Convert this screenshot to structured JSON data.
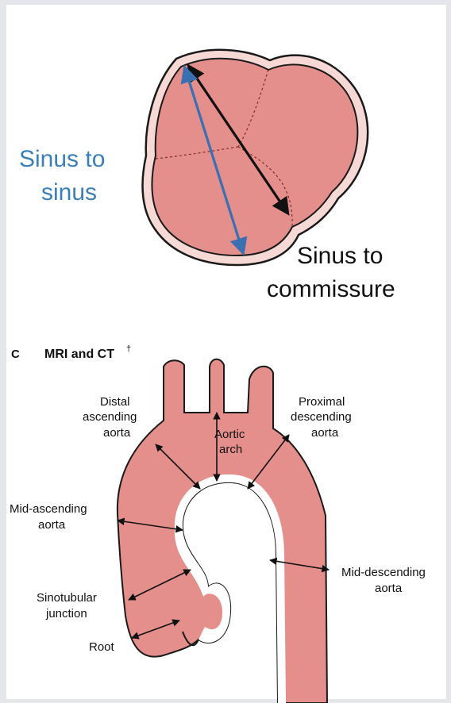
{
  "colors": {
    "tissue": "#e58f8c",
    "outline": "#1a1a1a",
    "blue_arrow": "#3a6fb2",
    "blue_text": "#3a7fb8",
    "black_arrow": "#111111"
  },
  "top_panel": {
    "label_sinus_to_sinus_line1": "Sinus to",
    "label_sinus_to_sinus_line2": "sinus",
    "label_sinus_to_commissure_line1": "Sinus to",
    "label_sinus_to_commissure_line2": "commissure"
  },
  "bottom_panel": {
    "panel_letter": "C",
    "title": "MRI and CT",
    "title_superscript": "†",
    "labels": {
      "distal_ascending": [
        "Distal",
        "ascending",
        "aorta"
      ],
      "aortic_arch": [
        "Aortic",
        "arch"
      ],
      "proximal_descending": [
        "Proximal",
        "descending",
        "aorta"
      ],
      "mid_ascending": [
        "Mid-ascending",
        "aorta"
      ],
      "mid_descending": [
        "Mid-descending",
        "aorta"
      ],
      "sinotubular": [
        "Sinotubular",
        "junction"
      ],
      "root": "Root"
    }
  }
}
